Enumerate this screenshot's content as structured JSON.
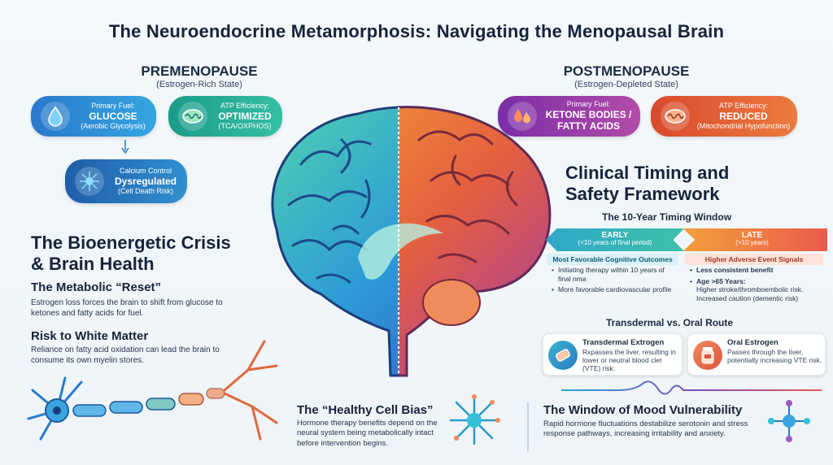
{
  "title": "The Neuroendocrine Metamorphosis: Navigating the Menopausal Brain",
  "premenopause": {
    "title": "PREMENOPAUSE",
    "subtitle": "(Estrogen-Rich State)",
    "fuel": {
      "label": "Primary Fuel:",
      "value": "GLUCOSE",
      "note": "(Aerobic Glycolysis)",
      "color": "#2b7fd0"
    },
    "atp": {
      "label": "ATP Efficiency:",
      "value": "OPTIMIZED",
      "note": "(TCA/OXPHOS)",
      "color": "#1fa99a"
    },
    "calcium": {
      "label": "Calcium Control",
      "value": "Dysregulated",
      "note": "(Cell Death Risk)",
      "color": "#2c6ec4"
    }
  },
  "postmenopause": {
    "title": "POSTMENOPAUSE",
    "subtitle": "(Estrogen-Depleted State)",
    "fuel": {
      "label": "Primary Fuel:",
      "value": "KETONE BODIES / FATTY ACIDS",
      "color": "#8c3fb8"
    },
    "atp": {
      "label": "ATP Efficiency:",
      "value": "REDUCED",
      "note": "(Mitochondrial Hypofunction)",
      "color": "#e0533e"
    }
  },
  "left": {
    "heading": "The Bioenergetic Crisis & Brain Health",
    "reset_title": "The Metabolic “Reset”",
    "reset_text": "Estrogen loss forces the brain to shift from glucose to ketones and fatty acids for fuel.",
    "white_title": "Risk to White Matter",
    "white_text": "Reliance on fatty acid oxidation can lead the brain to consume its own myelin stores."
  },
  "center": {
    "healthy_title": "The “Healthy Cell Bias”",
    "healthy_text": "Hormone therapy benefits depend on the neural system being metabolically intact before intervention begins."
  },
  "right": {
    "heading": "Clinical Timing and Safety Framework",
    "window_title": "The 10-Year Timing Window",
    "early": {
      "label": "EARLY",
      "sub": "(<10 years of final period)",
      "tag": "Most Favorable Cognitive Outcomes",
      "points": [
        "Initiating therapy within 10 years of final nma",
        "More favorable cardiovascular profile"
      ]
    },
    "late": {
      "label": "LATE",
      "sub": "(>10 years)",
      "tag": "Higher Adverse Event Signals",
      "point1": "Less consistent benefit",
      "point2_title": "Age >65 Years:",
      "point2_text": "Higher stroke/thromboembolic risk. Increased caution (dementic risk)"
    },
    "route_title": "Transdermal vs. Oral Route",
    "transdermal": {
      "title": "Transdermal Extrogen",
      "text": "Rxpasses the liver, resulting in lower or neutral blood clet (VTE) risk."
    },
    "oral": {
      "title": "Oral Estrogen",
      "text": "Passes through the liver, potentially increasing VTE risk."
    },
    "mood_title": "The Window of Mood Vulnerability",
    "mood_text": "Rapid hormone fluctuations destabilize serotonin and stress response pathways, increasing irritability and anxiety."
  },
  "colors": {
    "early": "#2fa7c9",
    "late": "#ea5b4c",
    "brain_left": "#2fa8d8",
    "brain_right": "#e96b3c"
  },
  "icons": [
    "drop-icon",
    "mitochondria-icon",
    "neuron-icon",
    "flame-drops-icon",
    "mitochondria-warm-icon",
    "patch-icon",
    "pill-bottle-icon",
    "brain-illustration",
    "neuron-axon-illustration",
    "network-icon"
  ]
}
